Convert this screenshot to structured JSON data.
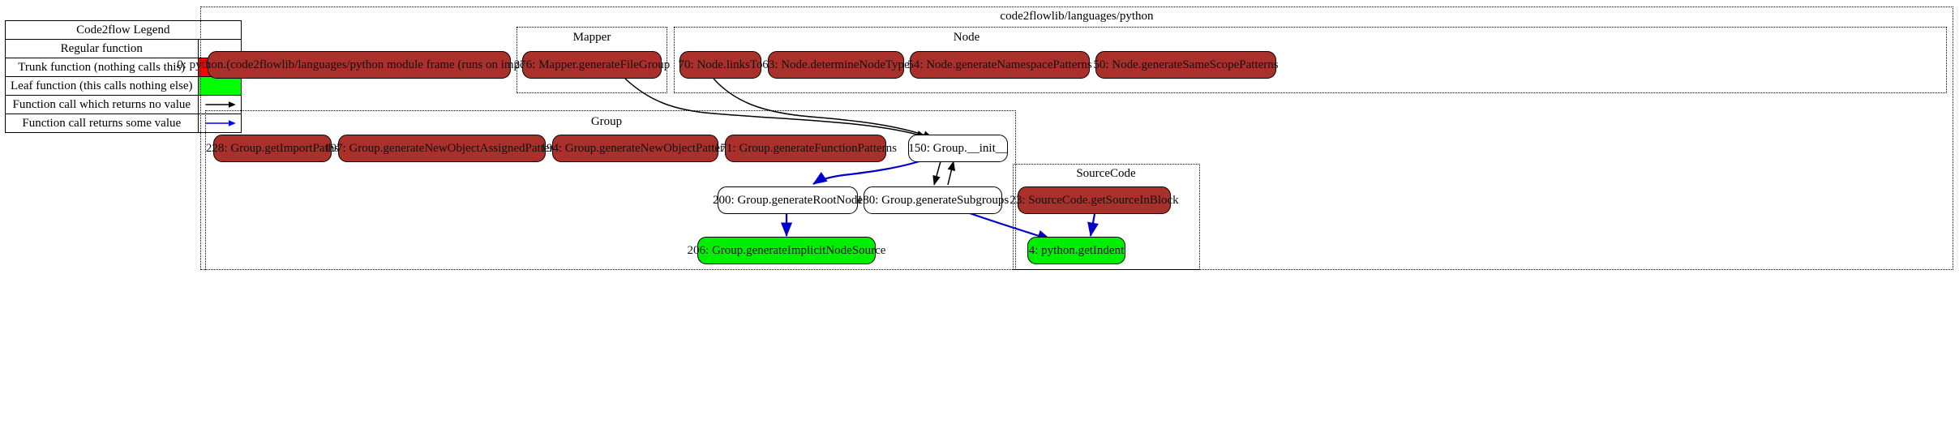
{
  "legend": {
    "title": "Code2flow Legend",
    "rows": [
      {
        "label": "Regular function",
        "swatch": "#ffffff",
        "kind": "color"
      },
      {
        "label": "Trunk function (nothing calls this)",
        "swatch": "#ff0000",
        "kind": "color"
      },
      {
        "label": "Leaf function (this calls nothing else)",
        "swatch": "#00ff00",
        "kind": "color"
      },
      {
        "label": "Function call which returns no value",
        "swatch": "#000000",
        "kind": "arrow-black"
      },
      {
        "label": "Function call returns some value",
        "swatch": "#0000ff",
        "kind": "arrow-blue"
      }
    ]
  },
  "colors": {
    "trunk_fill": "#a9302b",
    "leaf_fill": "#00ef00",
    "regular_fill": "#ffffff",
    "edge_black": "#000000",
    "edge_blue": "#0000cd",
    "cluster_border": "#000000"
  },
  "clusters": [
    {
      "id": "root",
      "label": "code2flowlib/languages/python"
    },
    {
      "id": "mapper",
      "label": "Mapper"
    },
    {
      "id": "node",
      "label": "Node"
    },
    {
      "id": "group",
      "label": "Group"
    },
    {
      "id": "sourcecode",
      "label": "SourceCode"
    }
  ],
  "nodes": [
    {
      "id": "n0",
      "label": "0: python.(code2flowlib/languages/python module frame (runs on import))",
      "type": "trunk",
      "cluster": "root"
    },
    {
      "id": "n276",
      "label": "276: Mapper.generateFileGroup",
      "type": "trunk",
      "cluster": "mapper"
    },
    {
      "id": "n70",
      "label": "70: Node.linksTo",
      "type": "trunk",
      "cluster": "node"
    },
    {
      "id": "n63",
      "label": "63: Node.determineNodeType",
      "type": "trunk",
      "cluster": "node"
    },
    {
      "id": "n54",
      "label": "54: Node.generateNamespacePatterns",
      "type": "trunk",
      "cluster": "node"
    },
    {
      "id": "n50",
      "label": "50: Node.generateSameScopePatterns",
      "type": "trunk",
      "cluster": "node"
    },
    {
      "id": "n228",
      "label": "228: Group.getImportPaths",
      "type": "trunk",
      "cluster": "group"
    },
    {
      "id": "n197",
      "label": "197: Group.generateNewObjectAssignedPattern",
      "type": "trunk",
      "cluster": "group"
    },
    {
      "id": "n194",
      "label": "194: Group.generateNewObjectPattern",
      "type": "trunk",
      "cluster": "group"
    },
    {
      "id": "n171",
      "label": "171: Group.generateFunctionPatterns",
      "type": "trunk",
      "cluster": "group"
    },
    {
      "id": "n150",
      "label": "150: Group.__init__",
      "type": "regular",
      "cluster": "group"
    },
    {
      "id": "n200",
      "label": "200: Group.generateRootNode",
      "type": "regular",
      "cluster": "group"
    },
    {
      "id": "n180",
      "label": "180: Group.generateSubgroups",
      "type": "regular",
      "cluster": "group"
    },
    {
      "id": "n206",
      "label": "206: Group.generateImplicitNodeSource",
      "type": "leaf",
      "cluster": "group"
    },
    {
      "id": "n4",
      "label": "4: python.getIndent",
      "type": "leaf",
      "cluster": "group"
    },
    {
      "id": "n23",
      "label": "23: SourceCode.getSourceInBlock",
      "type": "trunk",
      "cluster": "sourcecode"
    }
  ],
  "edges": [
    {
      "from": "n276",
      "to": "n150",
      "color": "#000000"
    },
    {
      "from": "n70",
      "to": "n150",
      "color": "#000000"
    },
    {
      "from": "n150",
      "to": "n200",
      "color": "#0000cd"
    },
    {
      "from": "n150",
      "to": "n180",
      "color": "#000000"
    },
    {
      "from": "n180",
      "to": "n150",
      "color": "#000000"
    },
    {
      "from": "n200",
      "to": "n206",
      "color": "#0000cd"
    },
    {
      "from": "n180",
      "to": "n4",
      "color": "#0000cd"
    },
    {
      "from": "n23",
      "to": "n4",
      "color": "#0000cd"
    }
  ]
}
